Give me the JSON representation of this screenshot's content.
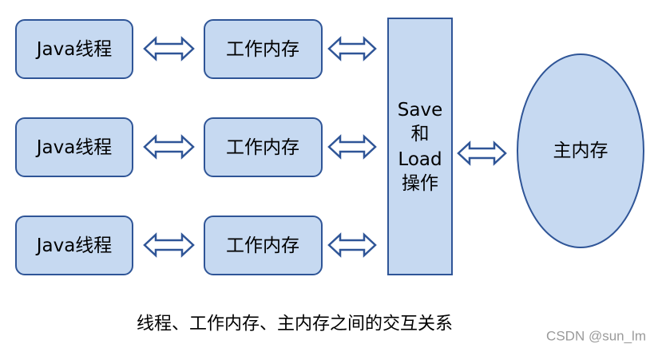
{
  "rows": [
    {
      "thread_label": "Java线程",
      "memory_label": "工作内存"
    },
    {
      "thread_label": "Java线程",
      "memory_label": "工作内存"
    },
    {
      "thread_label": "Java线程",
      "memory_label": "工作内存"
    }
  ],
  "save_load_lines": [
    "Save",
    "和",
    "Load",
    "操作"
  ],
  "main_memory_label": "主内存",
  "caption": "线程、工作内存、主内存之间的交互关系",
  "watermark": "CSDN @sun_lm",
  "colors": {
    "box_fill": "#c6d9f1",
    "box_stroke": "#2f5597",
    "arrow_fill": "#ffffff",
    "arrow_stroke": "#2f5597",
    "text": "#000000",
    "watermark": "#9a9a9a"
  }
}
